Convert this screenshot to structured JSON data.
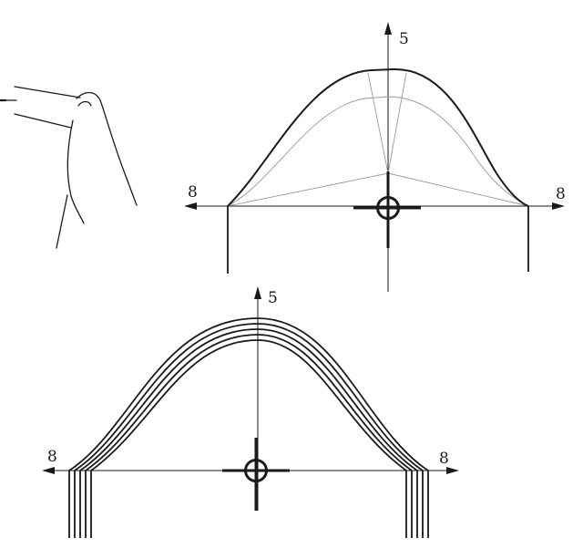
{
  "top_diagram": {
    "axis_up_label": "5",
    "axis_left_label": "8",
    "axis_right_label": "8"
  },
  "bottom_diagram": {
    "axis_up_label": "5",
    "axis_left_label": "8",
    "axis_right_label": "8"
  },
  "colors": {
    "ink": "#1a1a1a",
    "guide": "#9a9a9a"
  }
}
